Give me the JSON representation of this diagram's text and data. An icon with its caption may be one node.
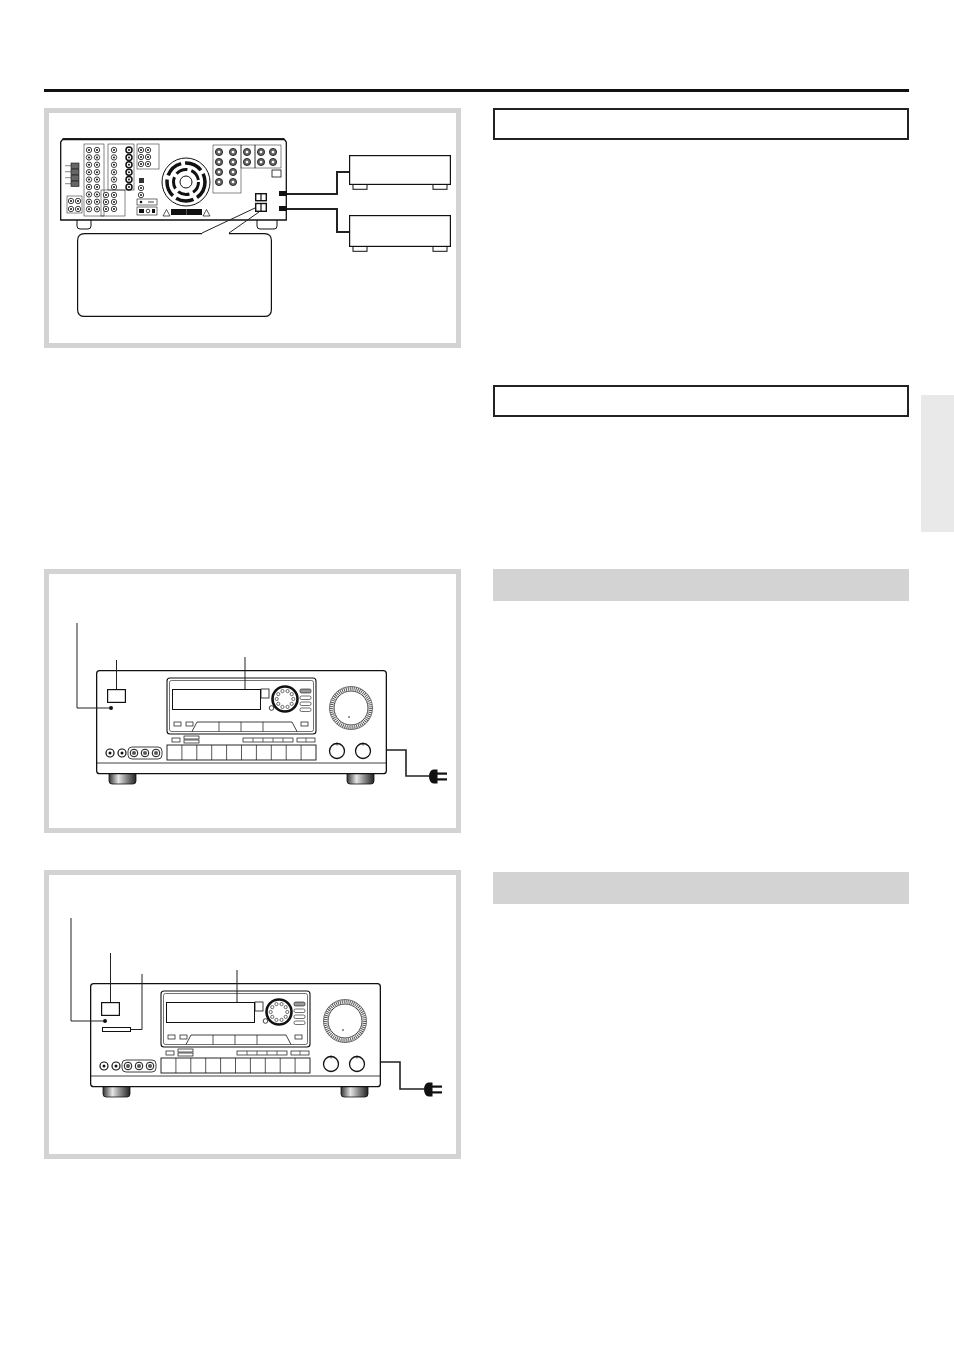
{
  "diagram": {
    "nodes": [
      {
        "text": [],
        "shape": "box"
      },
      {
        "text": [],
        "shape": "picture",
        "in": 0
      },
      {
        "text": [],
        "shape": "box",
        "in": 0
      },
      {
        "text": [],
        "shape": "box",
        "in": 0
      },
      {
        "text": [],
        "shape": "box",
        "in": 0
      },
      {
        "text": [],
        "shape": "picture",
        "in": 1
      },
      {
        "text": [],
        "shape": "box"
      },
      {
        "text": [],
        "shape": "picture",
        "in": 6
      },
      {
        "text": [],
        "shape": "circle",
        "in": 7
      },
      {
        "text": [],
        "shape": "box",
        "in": 7
      },
      {
        "text": [],
        "shape": "box",
        "in": 7
      },
      {
        "text": [],
        "shape": "picture",
        "in": 6
      },
      {
        "text": [],
        "shape": "box"
      },
      {
        "text": [],
        "shape": "picture",
        "in": 12
      },
      {
        "text": [],
        "shape": "circle",
        "in": 13
      },
      {
        "text": [],
        "shape": "box",
        "in": 13
      },
      {
        "text": [],
        "shape": "bar",
        "in": 13
      },
      {
        "text": [],
        "shape": "box",
        "in": 13
      },
      {
        "text": [],
        "shape": "picture",
        "in": 12
      },
      {
        "text": [],
        "shape": "box"
      },
      {
        "text": [],
        "shape": "box"
      },
      {
        "text": [],
        "shape": "bar"
      },
      {
        "text": [],
        "shape": "bar"
      },
      {
        "text": [],
        "shape": "bar"
      }
    ],
    "edges": [
      {
        "from": 1,
        "to": 2,
        "arrow": "none"
      },
      {
        "from": 1,
        "to": 3,
        "arrow": "none"
      },
      {
        "from": 4,
        "to": 5,
        "arrow": "none"
      },
      {
        "from": 4,
        "to": 5,
        "arrow": "none"
      },
      {
        "from": null,
        "to": 8,
        "arrow": "none"
      },
      {
        "from": null,
        "to": 9,
        "arrow": "none"
      },
      {
        "from": null,
        "to": 10,
        "arrow": "none"
      },
      {
        "from": 7,
        "to": 11,
        "arrow": "none"
      },
      {
        "from": null,
        "to": 14,
        "arrow": "none"
      },
      {
        "from": null,
        "to": 15,
        "arrow": "none"
      },
      {
        "from": null,
        "to": 16,
        "arrow": "none"
      },
      {
        "from": null,
        "to": 17,
        "arrow": "none"
      },
      {
        "from": 13,
        "to": 18,
        "arrow": "none"
      }
    ]
  }
}
